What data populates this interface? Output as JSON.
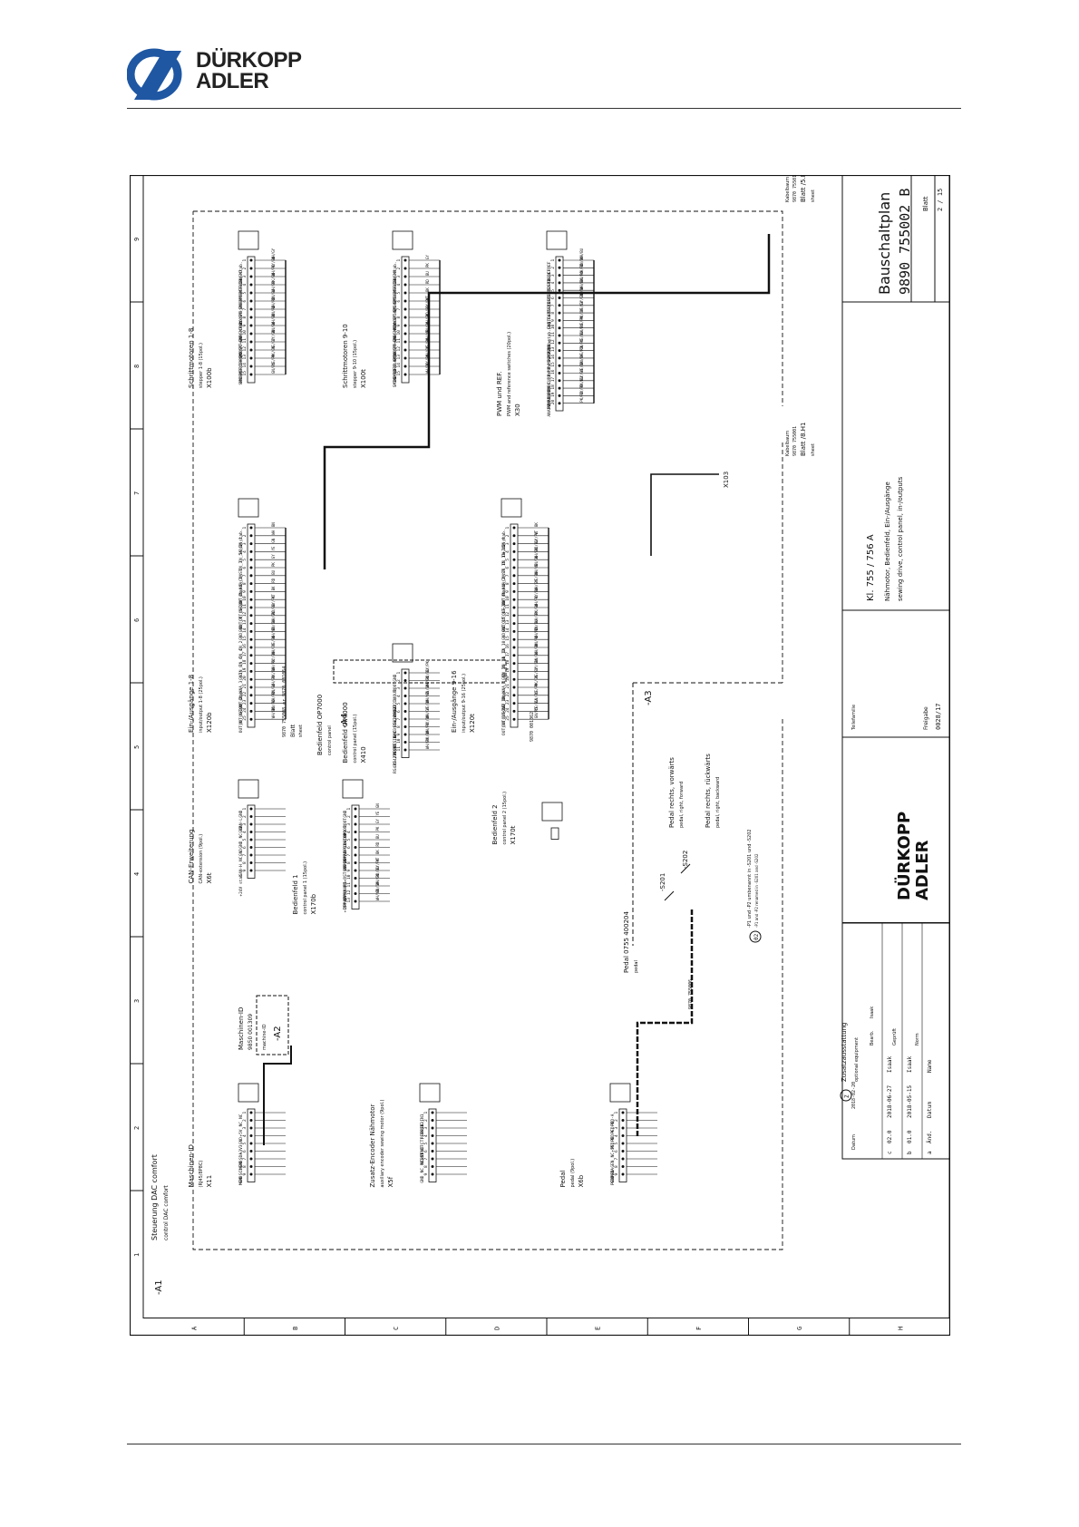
{
  "brand": {
    "line1": "DÜRKOPP",
    "line2": "ADLER"
  },
  "frame": {
    "columns": [
      "1",
      "2",
      "3",
      "4",
      "5",
      "6",
      "7",
      "8",
      "9"
    ],
    "rows": [
      "A",
      "B",
      "C",
      "D",
      "E",
      "F",
      "G",
      "H"
    ]
  },
  "controller": {
    "ref": "-A1",
    "title_de": "Steuerung DAC comfort",
    "title_en": "control DAC comfort"
  },
  "blocks": [
    {
      "id": "x11",
      "title": "Maschinen-ID",
      "sub": "(RJ45/8P8C)",
      "conn": "X11",
      "pins": [
        "NC",
        "NC",
        "+5V",
        "GND",
        "+3V3",
        "MEM-SDA",
        "GND",
        "MEM-SCL",
        "GND"
      ]
    },
    {
      "id": "x5",
      "title": "Zusatz-Encoder Nähmotor",
      "sub": "auxiliary encoder sewing motor (9pol.)",
      "conn": "X5f",
      "pins": [
        "REF-IN1",
        "REF-IN2",
        "NC",
        "NC (ENC-CT)",
        "REF-DT",
        "+5V",
        "NC",
        "NC",
        "GND"
      ]
    },
    {
      "id": "x6",
      "title": "Pedal",
      "sub": "pedal (9pol.)",
      "conn": "X6b",
      "pins": [
        "PED-A",
        "PED-B",
        "PED-C",
        "PED-D",
        "+5V",
        "NC",
        "PED-GEN",
        "PED-ANA",
        "GND"
      ]
    },
    {
      "id": "x1",
      "title": "CAN-Erweiterung",
      "sub": "CAN-extension (9pol.)",
      "conn": "X6t",
      "pins": [
        "GND",
        "CAN-L",
        "GND",
        "NC",
        "GND",
        "GND",
        "NC",
        "CAN-H",
        "+24V stab."
      ]
    },
    {
      "id": "x170b",
      "title": "Bedienfeld 1",
      "sub": "control panel 1 (15pol.)",
      "conn": "X170b",
      "pins": [
        "GND",
        "OP1-BOOT",
        "DAC-BOOT",
        "OP1-STOP",
        "OPPAN-RX+",
        "OPPAN-RX-",
        "+15V",
        "GND",
        "OP1-RST",
        "OPPAN-RX+",
        "OPPAN-RX-",
        "+5V",
        "+15V"
      ]
    },
    {
      "id": "x170t",
      "title": "Bedienfeld 2",
      "sub": "control panel 2 (15pol.)",
      "conn": "X170t",
      "pins": []
    },
    {
      "id": "x410",
      "title": "Bedienfeld OP7000",
      "sub": "control panel (15pol.)",
      "conn": "X410",
      "pins": [
        "GND",
        "BOOT",
        "RS422 /OUT",
        "RS422 IN",
        "RS422 OUT",
        "+24V",
        "GND SIG",
        "/RES DAC3",
        "/RESET IN",
        "RS422 OUT",
        "RS422 /IN"
      ]
    },
    {
      "id": "x120b",
      "title": "Ein-/Ausgänge 1-8",
      "sub": "input/output 1-8 (25pol.)",
      "conn": "X120b",
      "pins": [
        "+24V stab.",
        "IN_1",
        "IN_3",
        "IN_5",
        "IN_7",
        "I_CONST",
        "IN_ANA_1",
        "+24V stab.",
        "OUT_1",
        "OUT_3",
        "OUT_5",
        "OUT_7",
        "GND",
        "GND",
        "IN_2",
        "IN_4",
        "IN_6",
        "IN_8",
        "GND",
        "IN_ANA_3",
        "+24V stab.",
        "OUT_2",
        "OUT_4",
        "OUT_6",
        "OUT_8"
      ]
    },
    {
      "id": "x120t",
      "title": "Ein-/Ausgänge 9-16",
      "sub": "input/output 9-16 (25pol.)",
      "conn": "X120t",
      "pins": [
        "+24V stab.",
        "IN_9",
        "IN_11",
        "IN_13",
        "IN_15",
        "U_CONST",
        "IN_ANA_2",
        "+24V stab.",
        "OUT_9",
        "OUT_11",
        "OUT_13",
        "OUT_15",
        "GND",
        "GND",
        "IN_10",
        "IN_12",
        "IN_14",
        "IN_16",
        "GND",
        "IN_ANA_4",
        "+24V stab.",
        "OUT_10",
        "OUT_12",
        "OUT_14",
        "OUT_16"
      ]
    },
    {
      "id": "x100b",
      "title": "Schrittmotoren 1-8",
      "sub": "stepper 1-8 (15pol.)",
      "conn": "X100b",
      "pins": [
        "+24V stab.",
        "DIR-SM7",
        "SM7-CLK",
        "SM7-REF",
        "EN-SM8",
        "BOOST-SM8",
        "RDY-SM8",
        "+24V stab.",
        "EN-SM7",
        "BOOST-SM7",
        "RDY-SM7",
        "DIR-SM8",
        "SM8-CLK",
        "SM8-REF",
        "GND"
      ]
    },
    {
      "id": "x100t",
      "title": "Schrittmotoren 9-10",
      "sub": "stepper 9-10 (15pol.)",
      "conn": "X100t",
      "pins": [
        "+24V stab.",
        "DIR-SM9",
        "SM9-CLK",
        "SM9-REF",
        "EN-SM10",
        "BOOST-SM10",
        "RDY-SM10",
        "+24V stab.",
        "EN-SM9",
        "BOOST-SM9",
        "RDY-SM9",
        "DIR-SM10",
        "SM10-CLK",
        "SM10-REF",
        "GND"
      ]
    },
    {
      "id": "x30",
      "title": "PWM und REF.",
      "sub": "PWM and reference switches (20pol.)",
      "conn": "X30",
      "pins": [
        "BLDC-REF",
        "ST1-REF",
        "ST2-REF",
        "ST3-REF",
        "ST4-REF",
        "ST5-REF",
        "ST6-REF",
        "Eng-En",
        "GND",
        "+24V stab.",
        "+24V Umag.",
        "PWM1",
        "PWM2",
        "PWM3",
        "PWM4",
        "PWM-CUR1",
        "ANA-CUR1",
        "PWM-CUR2",
        "ANA-CUR2",
        "5V"
      ]
    }
  ],
  "machine_id": {
    "title": "Maschinen-ID",
    "partno": "9850 001309",
    "en": "machine-ID",
    "ref": "-A2"
  },
  "control_panel": {
    "ref": "-A4",
    "title": "Bedienfeld OP7000",
    "en": "control panel"
  },
  "pedal": {
    "ref": "-A3",
    "title": "Pedal 0755 400204",
    "en": "pedal",
    "switch1": "-S201",
    "switch2": "-S202",
    "fwd_de": "Pedal rechts, vorwärts",
    "fwd_en": "pedal, right, forward",
    "bwd_de": "Pedal rechts, rückwärts",
    "bwd_en": "pedal, right, backward",
    "note_de": "-P1 und -P2 umbenannt in -S201 und -S202",
    "note_en": "-P1 and -P2 renamed in -S201 and -S202",
    "note_ref": "02"
  },
  "cables": [
    {
      "pn": "9870 755008 or 9870 001064",
      "label": "Blatt",
      "en": "sheet"
    },
    {
      "pn": "9870 001062"
    },
    {
      "pn": "9870 755006"
    },
    {
      "pn": "9870 755001",
      "label": "Kabelbaum",
      "ref": "Blatt /8.H1",
      "en": "sheet"
    },
    {
      "pn": "9870 755015",
      "label": "Kabelbaum",
      "ref": "Blatt /5.H1",
      "en": "sheet"
    }
  ],
  "x103": "X103",
  "optional": {
    "mark": "Z",
    "de": "Zusatzausstattung",
    "en": "optional equipment"
  },
  "title_block": {
    "doc_type": "Bauschaltplan",
    "doc_no": "9890   755002  B",
    "sheet_label": "Blatt",
    "sheet": "2 / 15",
    "class": "Kl. 755 / 756 A",
    "desc_de": "Nähmotor, Bedienfeld, Ein-/Ausgänge",
    "desc_en": "sewing drive, control panel, in-/outputs",
    "family_label": "Teilefamilie",
    "release_label": "Freigabe",
    "release_value": "0028/17",
    "date_label": "Datum",
    "date_value": "2018-02-20",
    "rows": [
      {
        "rev": "c",
        "no": "02.0",
        "date": "2018-06-27",
        "name": "Isaak"
      },
      {
        "rev": "b",
        "no": "01.0",
        "date": "2018-05-15",
        "name": "Isaak"
      },
      {
        "rev": "a",
        "no": "Änd.",
        "date": "Datum",
        "name": "Name"
      }
    ],
    "bearb": "Bearb.",
    "bearb_name": "Isaak",
    "gepr": "Geprüft",
    "norm": "Norm"
  },
  "wire_colors": [
    "BN",
    "WH",
    "GN",
    "YE",
    "GY",
    "PK",
    "BU",
    "RD",
    "BK",
    "VT",
    "GY/PK",
    "RD/BU",
    "WH/GN",
    "BN/GN",
    "WH/YE",
    "YE/BN",
    "WH/GY",
    "GY/BN",
    "WH/PK",
    "PK/BN",
    "WH/BU",
    "BN/BU",
    "WH/RD",
    "BN/RD",
    "WH/BK",
    "BN/BK",
    "GY/GN",
    "YE/GY",
    "PK/GN",
    "YE/PK",
    "GN/BU",
    "YE/BU",
    "GN/RD",
    "YE/RD",
    "GN/BK",
    "YE/BK",
    "GY/BU",
    "PK/BU",
    "GY/RD",
    "PK/RD"
  ]
}
